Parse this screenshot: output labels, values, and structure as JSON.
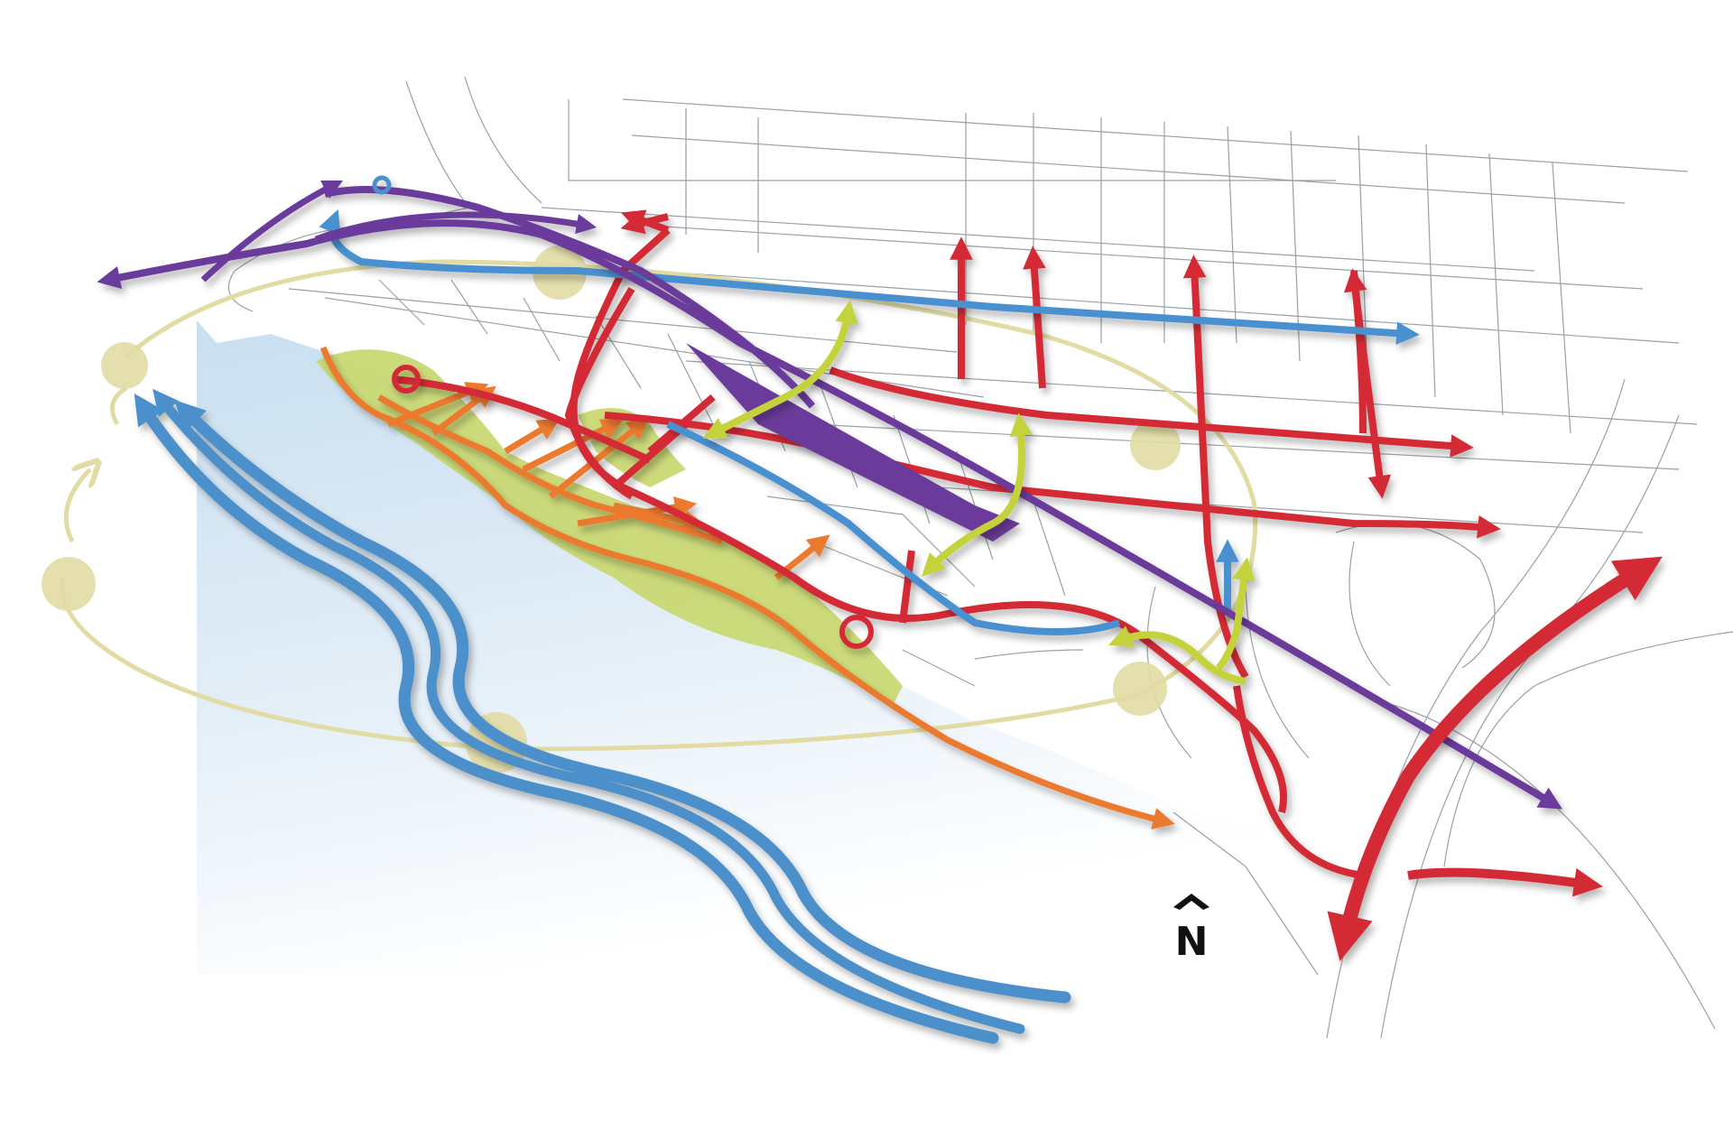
{
  "north_arrow": {
    "label": "N"
  },
  "colors": {
    "water": "#cfe3f0",
    "river_stream": "#4b8fcb",
    "red_route": "#d42a36",
    "purple_route": "#6a3a9a",
    "blue_route": "#4a90d0",
    "orange_route": "#ec7a2e",
    "yellow_green_route": "#c4d23a",
    "green_space": "#c9d873",
    "pale_loop": "#e2dca4",
    "street_outline": "#9aa0a6"
  },
  "legend": [],
  "layers": [
    "street-grid",
    "waterfront",
    "green-space",
    "river-currents",
    "loop-path",
    "orange-paths",
    "red-streets",
    "blue-route",
    "purple-corridor",
    "yellow-green-links",
    "north-arrow"
  ]
}
